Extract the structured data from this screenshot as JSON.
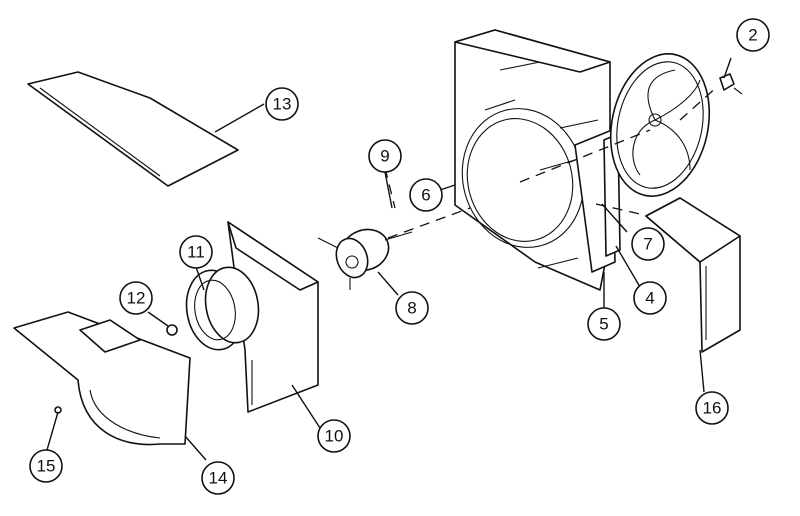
{
  "callouts": [
    {
      "id": "2",
      "label": "2"
    },
    {
      "id": "4",
      "label": "4"
    },
    {
      "id": "5",
      "label": "5"
    },
    {
      "id": "6",
      "label": "6"
    },
    {
      "id": "7",
      "label": "7"
    },
    {
      "id": "8",
      "label": "8"
    },
    {
      "id": "9",
      "label": "9"
    },
    {
      "id": "10",
      "label": "10"
    },
    {
      "id": "11",
      "label": "11"
    },
    {
      "id": "12",
      "label": "12"
    },
    {
      "id": "13",
      "label": "13"
    },
    {
      "id": "14",
      "label": "14"
    },
    {
      "id": "15",
      "label": "15"
    },
    {
      "id": "16",
      "label": "16"
    }
  ],
  "colors": {
    "line": "#111111",
    "background": "#ffffff"
  }
}
